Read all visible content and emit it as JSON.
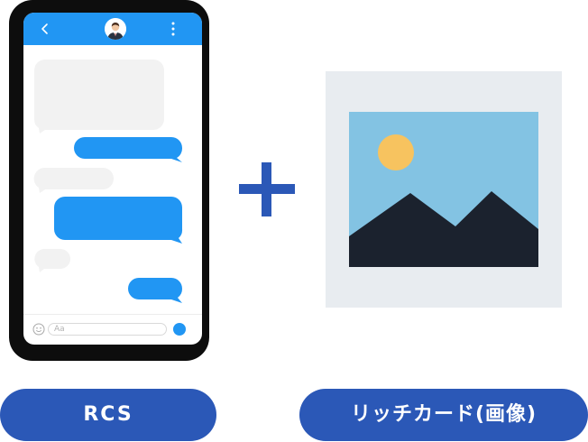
{
  "phone": {
    "input_placeholder": "Aa",
    "icons": [
      "chevron-left-icon",
      "avatar",
      "vertical-dots-icon",
      "smile-icon",
      "send-icon"
    ],
    "colors": {
      "topbar": "#2196f3",
      "outgoing_bubble": "#2196f3",
      "incoming_bubble": "#f2f2f2",
      "frame": "#0d0d0d"
    }
  },
  "plus_symbol": {
    "icon": "plus-icon",
    "color": "#2b58b7"
  },
  "rich_card": {
    "icon": "image-icon",
    "colors": {
      "card_bg": "#e8ecf0",
      "sky": "#83c3e3",
      "sun": "#f7c35f",
      "mountain": "#1b222e"
    }
  },
  "labels": {
    "rcs": "RCS",
    "rich_card": "リッチカード(画像)"
  }
}
